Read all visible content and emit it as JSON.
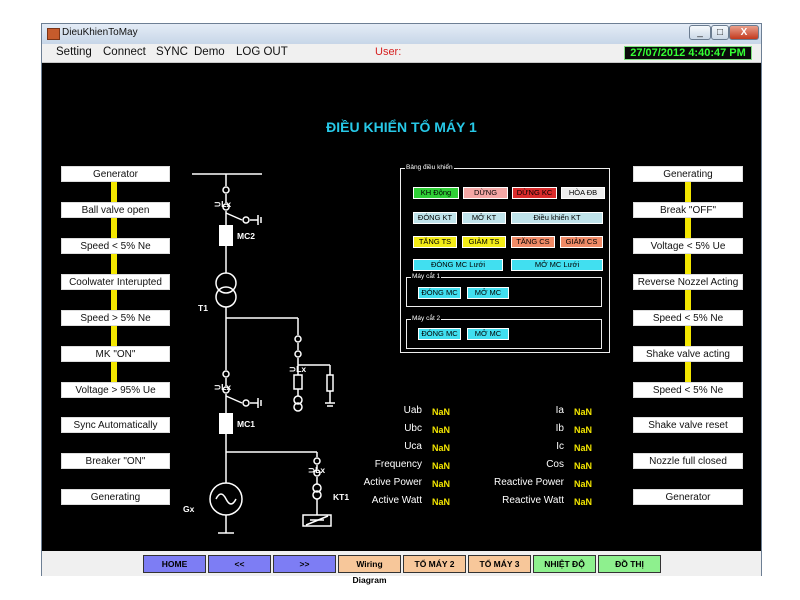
{
  "window": {
    "title": "DieuKhienToMay",
    "minimize": "_",
    "maximize": "□",
    "close": "X"
  },
  "menu": {
    "items": [
      "Setting",
      "Connect",
      "SYNC",
      "Demo",
      "LOG OUT"
    ],
    "user_label": "User:",
    "datetime": "27/07/2012 4:40:47 PM"
  },
  "page_title": "ĐIỀU KHIỂN TỔ MÁY 1",
  "left_status": [
    "Generator",
    "Ball valve open",
    "Speed < 5% Ne",
    "Coolwater Interupted",
    "Speed > 5% Ne",
    "MK \"ON\"",
    "Voltage > 95% Ue",
    "Sync Automatically",
    "Breaker \"ON\"",
    "Generating"
  ],
  "right_status": [
    "Generating",
    "Break \"OFF\"",
    "Voltage < 5% Ue",
    "Reverse Nozzel Acting",
    "Speed < 5% Ne",
    "Shake valve acting",
    "Speed < 5% Ne",
    "Shake valve reset",
    "Nozzle full closed",
    "Generator"
  ],
  "diagram": {
    "switch_symbol": "⊃Lx",
    "mc2": "MC2",
    "t1": "T1",
    "mc1": "MC1",
    "gx": "Gx",
    "kt1": "KT1"
  },
  "control_panel": {
    "title": "Bảng điều khiển",
    "row1": [
      "KH Động",
      "DỪNG",
      "DỪNG KC",
      "HÒA ĐB"
    ],
    "row2": [
      "ĐÓNG KT",
      "MỞ KT",
      "Điều khiển KT"
    ],
    "row3": [
      "TĂNG TS",
      "GIẢM TS",
      "TĂNG CS",
      "GIẢM CS"
    ],
    "row4": [
      "ĐÓNG MC Lưới",
      "MỞ MC Lưới"
    ],
    "breaker1": {
      "title": "Máy cắt 1",
      "close": "ĐÓNG MC",
      "open": "MỞ MC"
    },
    "breaker2": {
      "title": "Máy cắt 2",
      "close": "ĐÓNG MC",
      "open": "MỞ MC"
    }
  },
  "measurements": {
    "left": [
      {
        "label": "Uab",
        "value": "NaN"
      },
      {
        "label": "Ubc",
        "value": "NaN"
      },
      {
        "label": "Uca",
        "value": "NaN"
      },
      {
        "label": "Frequency",
        "value": "NaN"
      },
      {
        "label": "Active Power",
        "value": "NaN"
      },
      {
        "label": "Active Watt",
        "value": "NaN"
      }
    ],
    "right": [
      {
        "label": "Ia",
        "value": "NaN"
      },
      {
        "label": "Ib",
        "value": "NaN"
      },
      {
        "label": "Ic",
        "value": "NaN"
      },
      {
        "label": "Cos",
        "value": "NaN"
      },
      {
        "label": "Reactive Power",
        "value": "NaN"
      },
      {
        "label": "Reactive Watt",
        "value": "NaN"
      }
    ]
  },
  "nav_buttons": [
    "HOME",
    "<<",
    ">>",
    "Wiring Diagram",
    "TỔ MÁY 2",
    "TỔ MÁY 3",
    "NHIỆT ĐỘ",
    "ĐỒ THỊ"
  ],
  "colors": {
    "title": "#27c9e8",
    "status_bar": "#f3e600",
    "value": "#f3e600",
    "clock": "#34ff34"
  }
}
